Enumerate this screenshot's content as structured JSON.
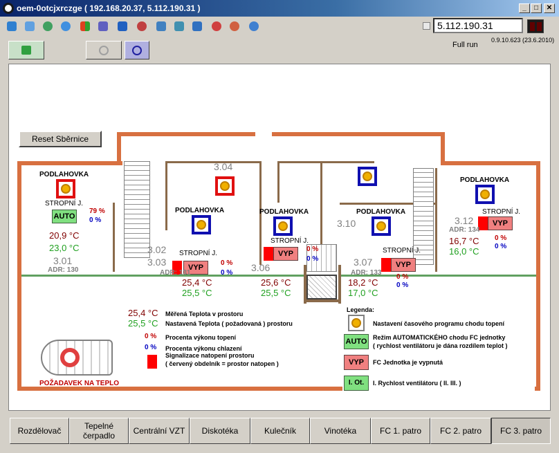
{
  "window": {
    "title": "oem-0otcjxrczge ( 192.168.20.37, 5.112.190.31 )",
    "controls": [
      "_",
      "□",
      "✕"
    ]
  },
  "toolbar": {
    "icons": [
      "connect-icon",
      "window-icon",
      "globe-icon",
      "refresh-icon",
      "windows-icon",
      "spellcheck-icon",
      "info-icon",
      "settings-icon",
      "tools-icon",
      "wrench-icon",
      "export-icon",
      "target-icon",
      "crosshair-icon",
      "wave-icon"
    ]
  },
  "status": {
    "ip": "5.112.190.31",
    "mode": "Full run",
    "version": "0.9.10.623 (23.6.2010)"
  },
  "reset_button": "Reset Sběrnice",
  "rooms": {
    "r301": {
      "heating": "PODLAHOVKA",
      "fc": "STROPNÍ J.",
      "mode": "AUTO",
      "heat_pct": "79 %",
      "cool_pct": "0 %",
      "measured": "20,9 °C",
      "set": "23,0 °C",
      "name": "3.01",
      "adr": "ADR: 130"
    },
    "r302": {
      "name": "3.02",
      "name2": "3.03",
      "heating": "PODLAHOVKA",
      "fc": "STROPNÍ J.",
      "fc_state": "VYP",
      "heat_pct": "0 %",
      "cool_pct": "0 %",
      "measured": "25,4 °C",
      "set": "25,5 °C",
      "adr": "ADR: 131"
    },
    "r304": {
      "name": "3.04"
    },
    "r306": {
      "name": "3.06",
      "heating": "PODLAHOVKA",
      "fc": "STROPNÍ J.",
      "fc_state": "VYP",
      "heat_pct": "0 %",
      "cool_pct": "0 %",
      "measured": "25,6 °C",
      "set": "25,5 °C"
    },
    "r307": {
      "name": "3.07",
      "name2": "3.10",
      "heating": "PODLAHOVKA",
      "fc": "STROPNÍ J.",
      "fc_state": "VYP",
      "heat_pct": "0 %",
      "cool_pct": "0 %",
      "measured": "18,2 °C",
      "set": "17,0 °C",
      "adr": "ADR: 133"
    },
    "r312": {
      "name": "3.12",
      "heating": "PODLAHOVKA",
      "fc": "STROPNÍ J.",
      "fc_state": "VYP",
      "heat_pct": "0 %",
      "cool_pct": "0 %",
      "measured": "16,7 °C",
      "set": "16,0 °C",
      "adr": "ADR: 134"
    }
  },
  "legend": {
    "measured_sample": "25,4 °C",
    "measured_text": "Měřená Teplota v prostoru",
    "set_sample": "25,5 °C",
    "set_text": "Nastavená Teplota ( požadovaná ) prostoru",
    "heat_sample": "0 %",
    "heat_text": "Procenta výkonu topení",
    "cool_sample": "0 %",
    "cool_text": "Procenta výkonu chlazení",
    "flag_text1": "Signalizace natopení prostoru",
    "flag_text2": "( červený obdelník = prostor natopen )",
    "request": "POŽADAVEK NA TEPLO",
    "title": "Legenda:",
    "sched_text": "Nastavení časového programu chodu topení",
    "auto_label": "AUTO",
    "auto_text1": "Režim AUTOMATICKÉHO chodu FC jednotky",
    "auto_text2": "( rychlost ventilátoru je dána rozdílem teplot )",
    "vyp_label": "VYP",
    "vyp_text": "FC Jednotka je vypnutá",
    "speed_label": "I. Ot.",
    "speed_text": "I. Rychlost ventilátoru ( II. III. )"
  },
  "tabs": [
    "Rozdělovač",
    "Tepelné čerpadlo",
    "Centrální VZT",
    "Diskotéka",
    "Kulečník",
    "Vinotéka",
    "FC 1. patro",
    "FC 2. patro",
    "FC 3. patro"
  ],
  "colors": {
    "wall": "#d87040",
    "fc_off": "#f08080",
    "auto": "#80e080",
    "measured": "#800000",
    "set": "#20a020"
  }
}
